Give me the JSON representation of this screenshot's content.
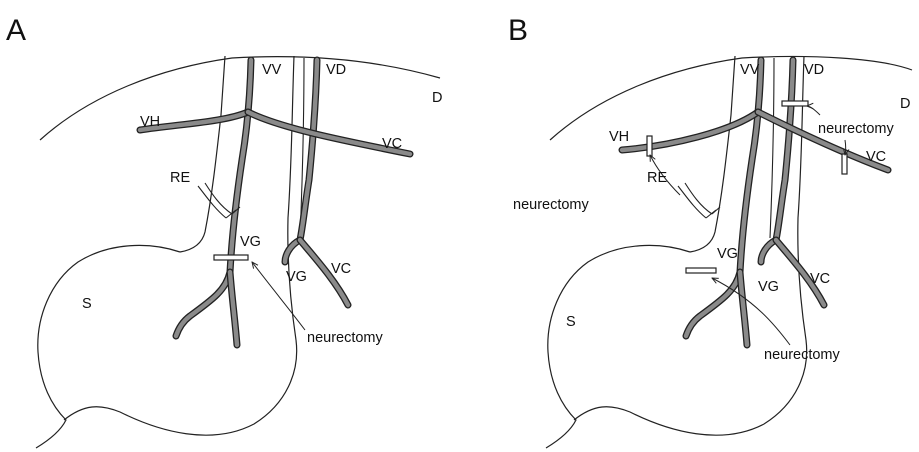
{
  "panels": {
    "a": {
      "letter": "A",
      "labels": {
        "vv": "VV",
        "vd": "VD",
        "d": "D",
        "vh": "VH",
        "vc_top": "VC",
        "re": "RE",
        "vg_left": "VG",
        "vg_right": "VG",
        "vc_bottom": "VC",
        "s": "S",
        "neurectomy": "neurectomy"
      }
    },
    "b": {
      "letter": "B",
      "labels": {
        "vv": "VV",
        "vd": "VD",
        "d": "D",
        "vh": "VH",
        "vc_top": "VC",
        "re": "RE",
        "vg_left": "VG",
        "vg_right": "VG",
        "vc_bottom": "VC",
        "s": "S",
        "neurectomy_right": "neurectomy",
        "neurectomy_left": "neurectomy",
        "neurectomy_bottom": "neurectomy"
      }
    }
  }
}
